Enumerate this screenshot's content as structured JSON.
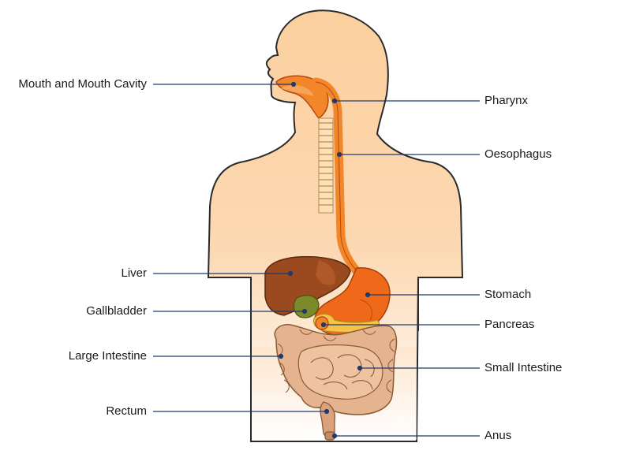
{
  "diagram": {
    "labels_left": [
      {
        "id": "mouth",
        "text": "Mouth and Mouth Cavity"
      },
      {
        "id": "liver",
        "text": "Liver"
      },
      {
        "id": "gallbladder",
        "text": "Gallbladder"
      },
      {
        "id": "large-intestine",
        "text": "Large Intestine"
      },
      {
        "id": "rectum",
        "text": "Rectum"
      }
    ],
    "labels_right": [
      {
        "id": "pharynx",
        "text": "Pharynx"
      },
      {
        "id": "oesophagus",
        "text": "Oesophagus"
      },
      {
        "id": "stomach",
        "text": "Stomach"
      },
      {
        "id": "pancreas",
        "text": "Pancreas"
      },
      {
        "id": "small-intestine",
        "text": "Small Intestine"
      },
      {
        "id": "anus",
        "text": "Anus"
      }
    ],
    "colors": {
      "skin": "#fbd3a4",
      "outline": "#2a2a2a",
      "leader": "#1f3a6e",
      "tract": "#f4862a",
      "liver": "#9a4a1e",
      "gallbladder": "#7c8a2a",
      "stomach": "#ee6a1a",
      "pancreas": "#f7c24a",
      "intestine": "#e5b48e"
    }
  }
}
